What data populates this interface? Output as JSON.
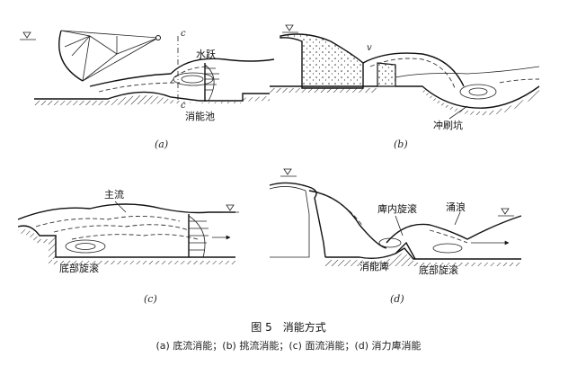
{
  "panels": {
    "a": {
      "tag": "(a)",
      "label_jump": "水跃",
      "label_pool": "消能池",
      "section_mark": "c"
    },
    "b": {
      "tag": "(b)",
      "label_scour": "冲刷坑",
      "mark": "v"
    },
    "c": {
      "tag": "(c)",
      "label_main": "主流",
      "label_bottom": "底部旋滚"
    },
    "d": {
      "tag": "(d)",
      "label_inner": "庳内旋滚",
      "label_surge": "涌浪",
      "label_sill": "消能庳",
      "label_bottom": "底部旋滚"
    }
  },
  "caption": {
    "title": "图 5　消能方式",
    "legend": "(a) 底流消能；(b) 挑流消能；(c) 面流消能；(d) 消力庳消能"
  }
}
